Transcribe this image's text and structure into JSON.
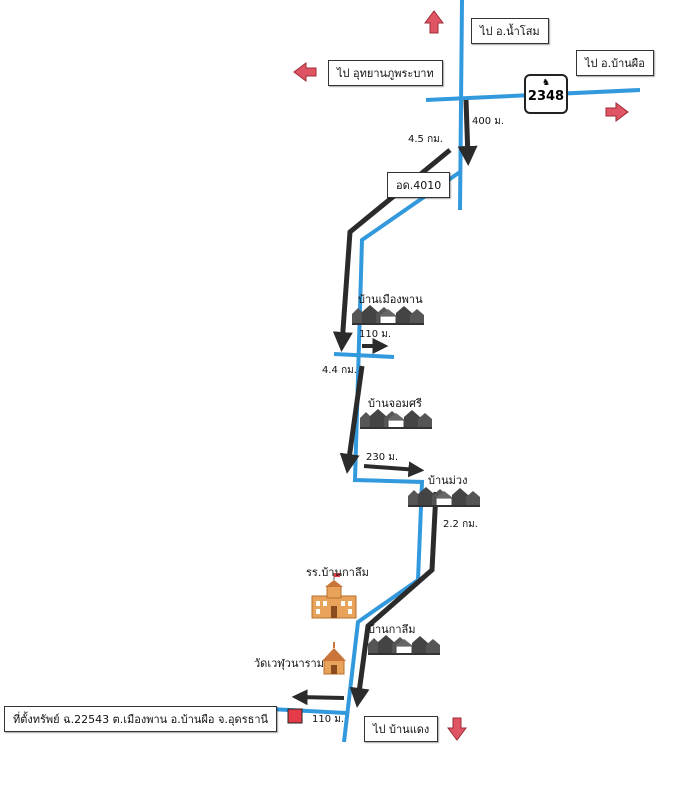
{
  "labels": {
    "to_nam_som": "ไป อ.น้ำโสม",
    "to_phu_phrabat": "ไป อุทยานภูพระบาท",
    "to_ban_phue": "ไป อ.บ้านผือ",
    "route_number": "2348",
    "dist_400m": "400 ม.",
    "dist_4_5km": "4.5 กม.",
    "road_code": "อด.4010",
    "village_mueang_phan": "บ้านเมืองพาน",
    "dist_110m_top": "110 ม.",
    "dist_4_4km": "4.4 กม.",
    "village_chom_si": "บ้านจอมศรี",
    "dist_230m": "230 ม.",
    "village_muang": "บ้านม่วง",
    "dist_2_2km": "2.2 กม.",
    "school_ban_kalum": "รร.บ้านกาลึม",
    "village_kalum": "บ้านกาลึม",
    "temple": "วัดเวฬุวนาราม",
    "property_location": "ที่ตั้งทรัพย์ ฉ.22543 ต.เมืองพาน อ.บ้านผือ จ.อุดรธานี",
    "dist_110m_bottom": "110 ม.",
    "to_ban_daeng": "ไป บ้านแดง"
  },
  "icons": {
    "route_shield_emblem": "garuda-emblem-icon",
    "village": "village-houses-icon",
    "school": "school-building-icon",
    "temple": "temple-icon",
    "direction_arrow": "red-arrow-icon",
    "property_marker": "property-marker-icon"
  },
  "colors": {
    "road": "#3399dd",
    "route_arrow": "#2b2b2b",
    "direction_arrow": "#e05563",
    "property_marker": "#e53a48",
    "school": "#e8a25a",
    "village": "#555555"
  }
}
